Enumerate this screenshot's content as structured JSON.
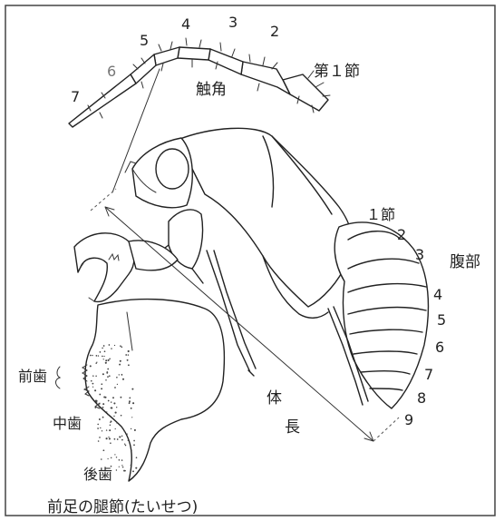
{
  "labels": {
    "antenna_title": "触角",
    "antenna_first_segment": "第１節",
    "antenna_segments": [
      "2",
      "3",
      "4",
      "5",
      "6",
      "7"
    ],
    "abdomen_title": "腹部",
    "abdomen_first_segment": "１節",
    "abdomen_segments": [
      "2",
      "3",
      "4",
      "5",
      "6",
      "7",
      "8",
      "9"
    ],
    "body_length_1": "体",
    "body_length_2": "長",
    "front_tooth": "前歯",
    "middle_tooth": "中歯",
    "rear_tooth": "後歯",
    "caption": "前足の腿節(たいせつ)"
  },
  "colors": {
    "line": "#222222",
    "antenna_6_label": "#777777"
  }
}
